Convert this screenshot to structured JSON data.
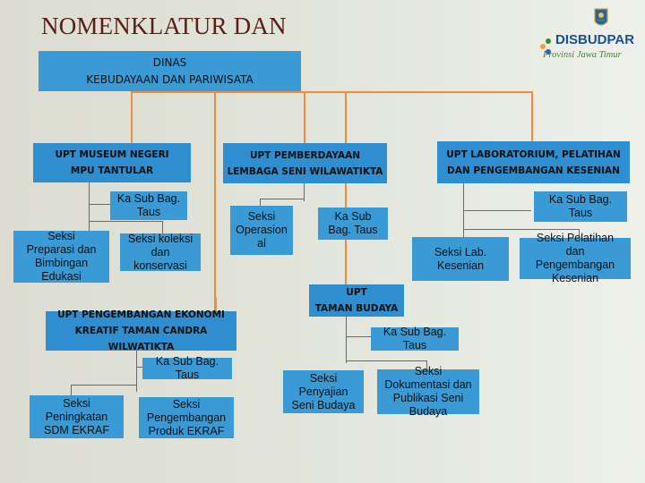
{
  "title": "NOMENKLATUR DAN KEDUDUKAN UPT",
  "logo": {
    "brand": "DISBUDPAR",
    "subtitle": "Provinsi Jawa Timur",
    "colors": {
      "brand": "#1b4f8f",
      "subtitle": "#3d8a2e",
      "accent": "#e8a23a"
    }
  },
  "colors": {
    "box": "#2f8ecf",
    "connector": "#f28c3a",
    "text": "#111111",
    "title": "#5a1e14"
  },
  "root": "DINAS\nKEBUDAYAAN DAN PARIWISATA",
  "upt_museum": {
    "name": "UPT MUSEUM NEGERI\nMPU TANTULAR",
    "ka_sub": "Ka Sub Bag.\nTaus",
    "seksi": [
      "Seksi\nPreparasi dan\nBimbingan\nEdukasi",
      "Seksi koleksi\ndan\nkonservasi"
    ]
  },
  "upt_pemberdayaan": {
    "name": "UPT PEMBERDAYAAN\nLEMBAGA SENI WILAWATIKTA",
    "seksi": "Seksi\nOperasion\nal",
    "ka_sub": "Ka Sub\nBag. Taus"
  },
  "upt_laboratorium": {
    "name": "UPT LABORATORIUM, PELATIHAN\nDAN PENGEMBANGAN KESENIAN",
    "ka_sub": "Ka Sub Bag.\nTaus",
    "seksi": [
      "Seksi Lab.\nKesenian",
      "Seksi  Pelatihan\ndan\nPengembangan\nKesenian"
    ]
  },
  "upt_ekonomi": {
    "name": "UPT PENGEMBANGAN EKONOMI\nKREATIF TAMAN CANDRA\nWILWATIKTA",
    "ka_sub": "Ka Sub Bag.\nTaus",
    "seksi": [
      "Seksi\nPeningkatan\nSDM EKRAF",
      "Seksi\nPengembangan\nProduk EKRAF"
    ]
  },
  "upt_taman": {
    "name": "UPT\nTAMAN BUDAYA",
    "ka_sub": "Ka Sub Bag.\nTaus",
    "seksi": [
      "Seksi\nPenyajian\nSeni Budaya",
      "Seksi\nDokumentasi dan\nPublikasi Seni\nBudaya"
    ]
  }
}
